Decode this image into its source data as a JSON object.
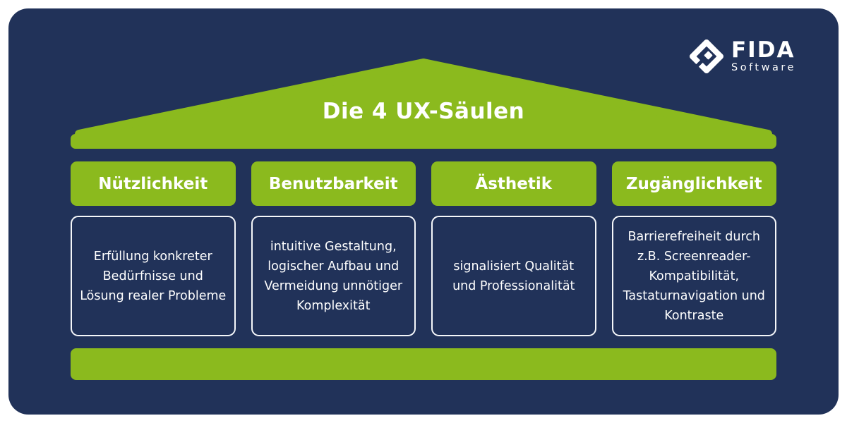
{
  "logo": {
    "brand": "FIDA",
    "subtitle": "Software",
    "icon": "fida-diamond-icon"
  },
  "title": "Die 4 UX-Säulen",
  "colors": {
    "page_background": "#ffffff",
    "card_navy": "#213259",
    "accent_green": "#8bba1e",
    "text_white": "#ffffff"
  },
  "pillars": [
    {
      "header": "Nützlichkeit",
      "description": "Erfüllung konkreter Bedürfnisse und Lösung realer Probleme"
    },
    {
      "header": "Benutzbarkeit",
      "description": "intuitive Gestaltung, logischer Aufbau und Vermeidung unnötiger Komplexität"
    },
    {
      "header": "Ästhetik",
      "description": "signalisiert Qualität und Professionalität"
    },
    {
      "header": "Zugänglichkeit",
      "description": "Barrierefreiheit durch z.B. Screenreader-Kompatibilität, Tastaturnavigation und Kontraste"
    }
  ]
}
